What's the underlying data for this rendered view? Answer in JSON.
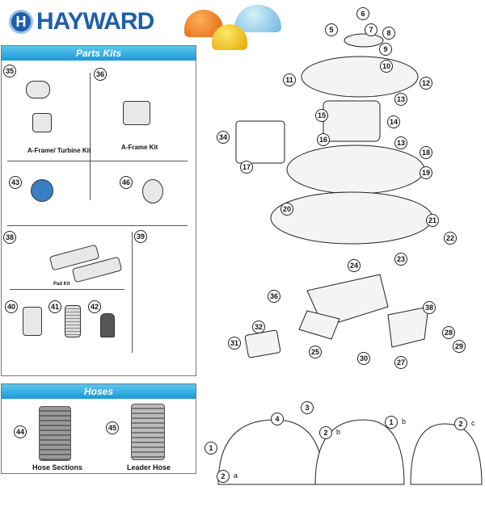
{
  "brand": {
    "name": "HAYWARD",
    "logo_letter": "H"
  },
  "parts_kits": {
    "title": "Parts Kits",
    "kits": [
      {
        "number": "35",
        "label": "A-Frame/ Turbine Kit"
      },
      {
        "number": "36",
        "label": "A-Frame Kit"
      },
      {
        "number": "43",
        "label": ""
      },
      {
        "number": "46",
        "label": ""
      },
      {
        "number": "38",
        "label": "Pad Kit"
      },
      {
        "number": "39",
        "label": ""
      },
      {
        "number": "40",
        "label": ""
      },
      {
        "number": "41",
        "label": ""
      },
      {
        "number": "42",
        "label": ""
      }
    ]
  },
  "hoses": {
    "title": "Hoses",
    "items": [
      {
        "number": "44",
        "label": "Hose Sections"
      },
      {
        "number": "45",
        "label": "Leader Hose"
      }
    ]
  },
  "exploded_callouts": [
    "6",
    "5",
    "7",
    "8",
    "9",
    "10",
    "11",
    "12",
    "13",
    "14",
    "15",
    "16",
    "13",
    "18",
    "19",
    "34",
    "17",
    "20",
    "21",
    "22",
    "23",
    "24",
    "36",
    "38",
    "32",
    "31",
    "25",
    "28",
    "29",
    "30",
    "27"
  ],
  "variant_callouts": [
    {
      "number": "3",
      "suffix": ""
    },
    {
      "number": "4",
      "suffix": ""
    },
    {
      "number": "1",
      "suffix": ""
    },
    {
      "number": "2",
      "suffix": "a"
    },
    {
      "number": "2",
      "suffix": "b"
    },
    {
      "number": "1",
      "suffix": "b"
    },
    {
      "number": "2",
      "suffix": "c"
    }
  ],
  "colors": {
    "accent": "#1a9ad6",
    "brand_blue": "#1f5fa8",
    "robot_orange": "#f07a1a",
    "robot_yellow": "#f5c518",
    "robot_blue": "#7fc8e8"
  }
}
